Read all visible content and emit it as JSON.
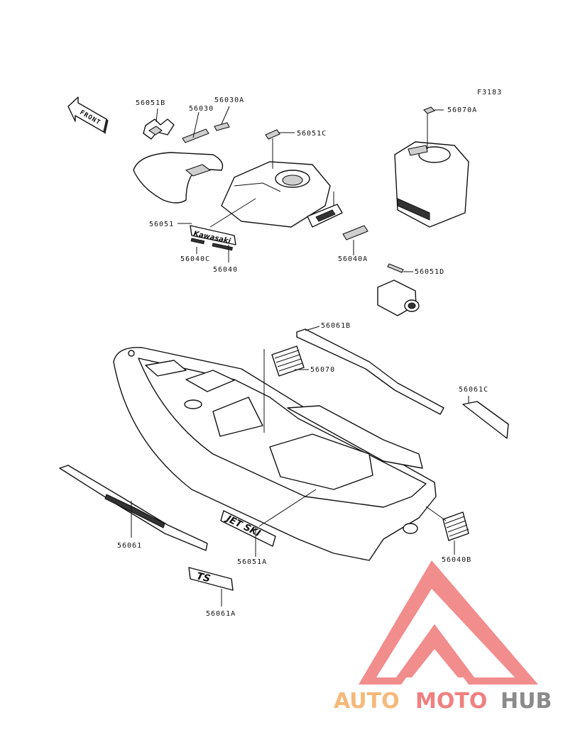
{
  "figure_code": "F3183",
  "front_arrow_label": "FRONT",
  "decal_texts": {
    "kawasaki": "Kawasaki",
    "jet_ski": "JET SKI",
    "ts": "TS"
  },
  "callouts": [
    {
      "id": "56051B"
    },
    {
      "id": "56030"
    },
    {
      "id": "56030A"
    },
    {
      "id": "56070A"
    },
    {
      "id": "56051C"
    },
    {
      "id": "56051"
    },
    {
      "id": "56040C"
    },
    {
      "id": "56040"
    },
    {
      "id": "56040A"
    },
    {
      "id": "56051D"
    },
    {
      "id": "56061B"
    },
    {
      "id": "56070"
    },
    {
      "id": "56061C"
    },
    {
      "id": "56061"
    },
    {
      "id": "56051A"
    },
    {
      "id": "56040B"
    },
    {
      "id": "56061A"
    }
  ],
  "watermark": {
    "part1": "AUTO",
    "part2": "MOTO",
    "part3": "HUB",
    "colors": {
      "orange": "#f5b97a",
      "red": "#f08080",
      "gray": "#8a8a8a",
      "logo": "#f07a7a"
    }
  }
}
